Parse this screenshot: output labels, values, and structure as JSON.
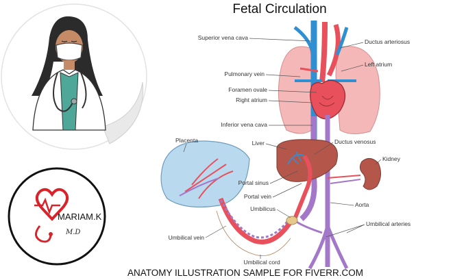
{
  "title": "Fetal Circulation",
  "caption": "ANATOMY ILLUSTRATION SAMPLE FOR FIVERR.COM",
  "logo": {
    "name": "MARIAM.K",
    "credential": "M.D"
  },
  "labels": {
    "superior_vena_cava": "Superior vena cava",
    "ductus_arteriosus": "Ductus arteriosus",
    "left_atrium": "Left atrium",
    "pulmonary_vein": "Pulmonary vein",
    "foramen_ovale": "Foramen ovale",
    "right_atrium": "Right atrium",
    "inferior_vena_cava": "Inferior vena cava",
    "placenta": "Placenta",
    "liver": "Liver",
    "ductus_venosus": "Ductus venosus",
    "kidney": "Kidney",
    "portal_sinus": "Portal sinus",
    "portal_vein": "Portal vein",
    "aorta": "Aorta",
    "umbilicus": "Umbilicus",
    "umbilical_arteries": "Umbilical arteries",
    "umbilical_vein": "Umbilical vein",
    "umbilical_cord": "Umbilical cord"
  },
  "colors": {
    "artery": "#e8505b",
    "vein": "#2f8fd0",
    "mixed": "#a478c8",
    "lung": "#f4b8b8",
    "liver": "#b5564b",
    "placenta": "#b9d9ee",
    "logo_red": "#d8232a"
  },
  "icons": [
    "doctor-illustration",
    "heart-stethoscope-logo"
  ]
}
